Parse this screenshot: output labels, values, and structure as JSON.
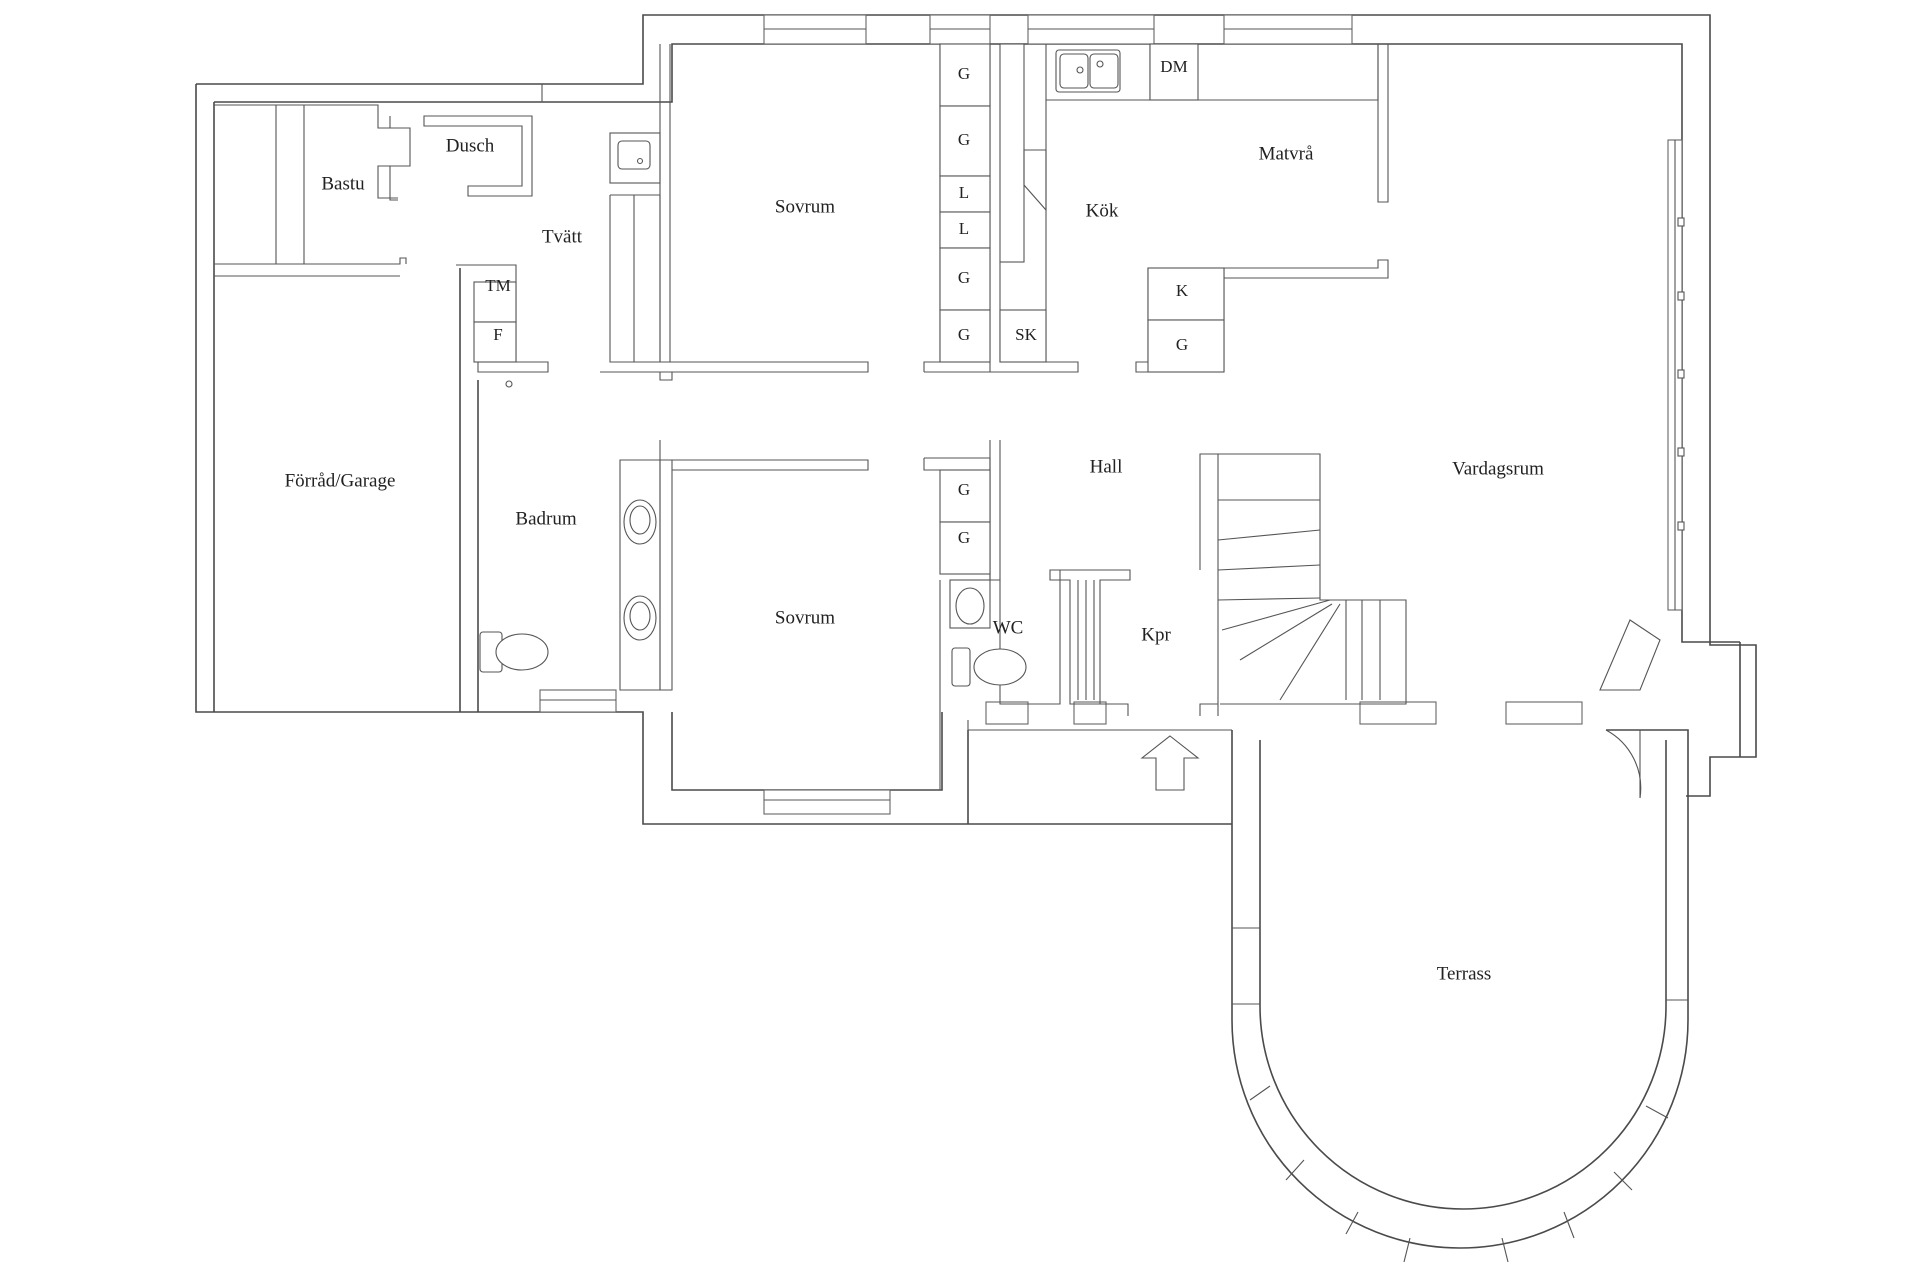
{
  "rooms": {
    "bastu": "Bastu",
    "dusch": "Dusch",
    "tvatt": "Tvätt",
    "forrad_garage": "Förråd/Garage",
    "badrum": "Badrum",
    "sovrum_upper": "Sovrum",
    "sovrum_lower": "Sovrum",
    "kok": "Kök",
    "matvra": "Matvrå",
    "hall": "Hall",
    "wc": "WC",
    "kpr": "Kpr",
    "vardagsrum": "Vardagsrum",
    "terrass": "Terrass"
  },
  "cabinets": {
    "wardrobe_g1": "G",
    "wardrobe_g2": "G",
    "wardrobe_l1": "L",
    "wardrobe_l2": "L",
    "wardrobe_g3": "G",
    "wardrobe_g4": "G",
    "sk": "SK",
    "dm": "DM",
    "k": "K",
    "kitchen_g": "G",
    "tm": "TM",
    "f": "F",
    "hall_g1": "G",
    "hall_g2": "G"
  }
}
